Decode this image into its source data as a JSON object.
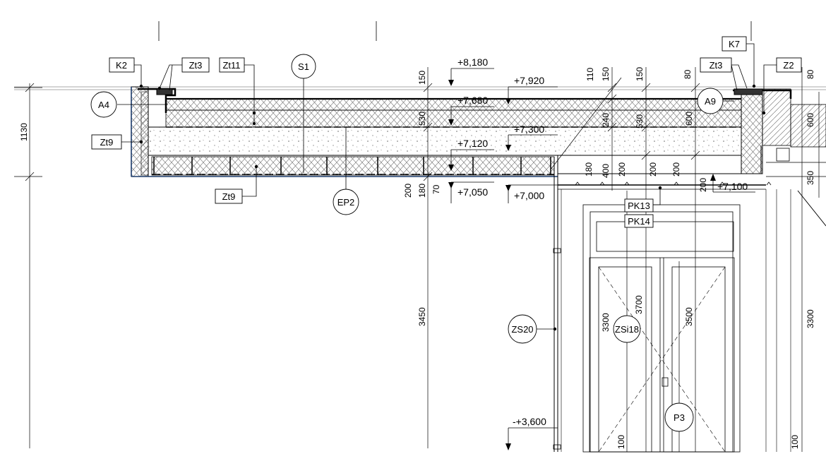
{
  "box_labels": [
    {
      "id": "K2",
      "text": "K2"
    },
    {
      "id": "Zt3-left",
      "text": "Zt3"
    },
    {
      "id": "Zt11",
      "text": "Zt11"
    },
    {
      "id": "Zt9-left",
      "text": "Zt9"
    },
    {
      "id": "Zt9-bottom",
      "text": "Zt9"
    },
    {
      "id": "K7",
      "text": "K7"
    },
    {
      "id": "Zt3-right",
      "text": "Zt3"
    },
    {
      "id": "Z2",
      "text": "Z2"
    },
    {
      "id": "PK13",
      "text": "PK13"
    },
    {
      "id": "PK14",
      "text": "PK14"
    }
  ],
  "bubble_labels": [
    {
      "id": "S1",
      "text": "S1"
    },
    {
      "id": "A4",
      "text": "A4"
    },
    {
      "id": "EP2",
      "text": "EP2"
    },
    {
      "id": "A9",
      "text": "A9"
    },
    {
      "id": "ZS20",
      "text": "ZS20"
    },
    {
      "id": "ZSi18",
      "text": "ZSi18"
    },
    {
      "id": "P3",
      "text": "P3"
    }
  ],
  "elevations": {
    "e8180": "+8,180",
    "e7920": "+7,920",
    "e7680": "+7,680",
    "e7300": "+7,300",
    "e7120": "+7,120",
    "e7050": "+7,050",
    "e7000": "+7,000",
    "e7100": "+7,100",
    "e3600": "-+3,600"
  },
  "dimensions": {
    "d1130": "1130",
    "d150a": "150",
    "d530a": "530",
    "d110": "110",
    "d150b": "150",
    "d150c": "150",
    "d240": "240",
    "d530b": "530",
    "d80a": "80",
    "d600a": "600",
    "d80b": "80",
    "d600b": "600",
    "d350": "350",
    "d200a": "200",
    "d180a": "180",
    "d70": "70",
    "d180b": "180",
    "d400": "400",
    "d200b": "200",
    "d200c": "200",
    "d200d": "200",
    "d200e": "200",
    "d3450": "3450",
    "d3300a": "3300",
    "d3700": "3700",
    "d3500": "3500",
    "d3300b": "3300",
    "d100a": "100",
    "d100b": "100"
  }
}
